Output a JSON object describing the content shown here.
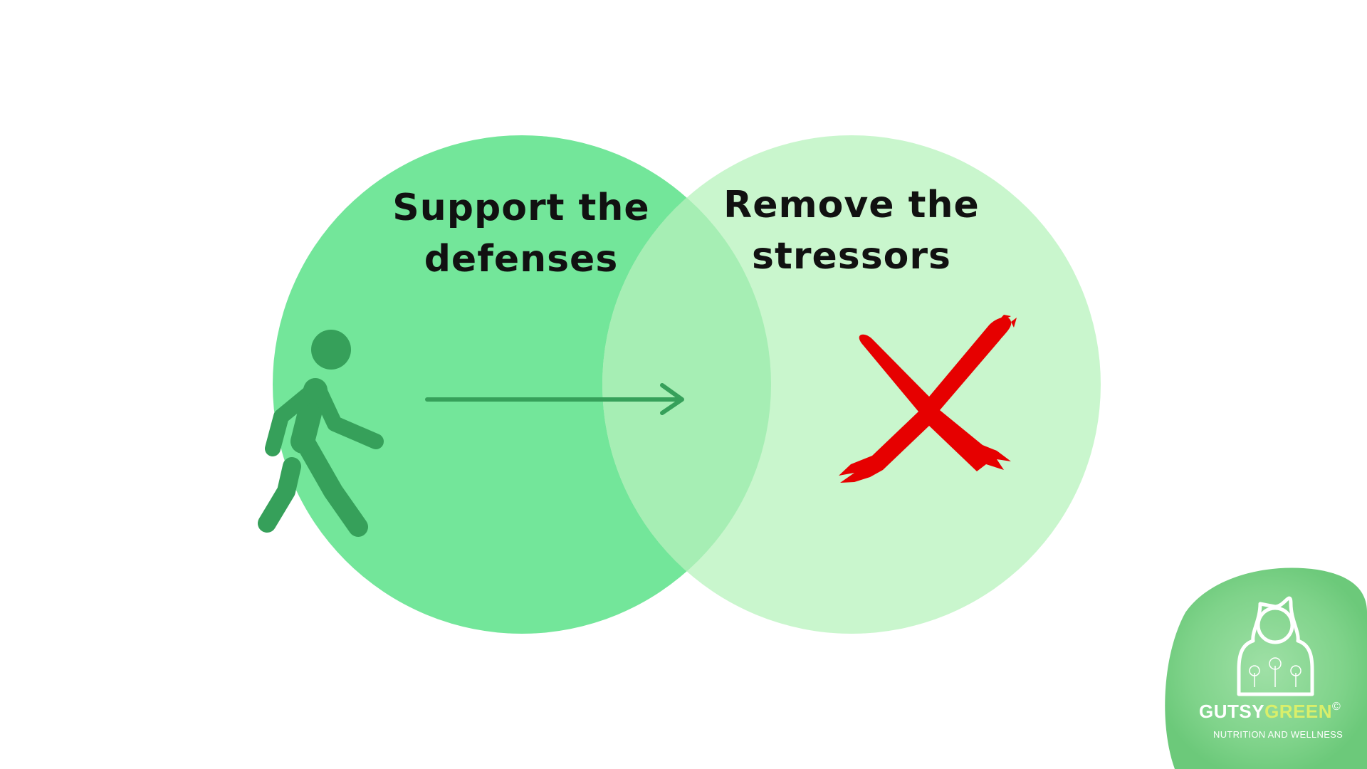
{
  "diagram": {
    "left_circle": {
      "line1": "Support the",
      "line2": "defenses",
      "color": "#73e69a"
    },
    "right_circle": {
      "line1": "Remove the",
      "line2": "stressors",
      "color": "#c9f6cd"
    },
    "overlap_color": "#a6eeb4",
    "icons": {
      "left": "walking-person-icon",
      "center": "arrow-right-icon",
      "right": "red-x-cross-icon"
    },
    "icon_colors": {
      "person": "#36a05a",
      "arrow": "#36a05a",
      "cross": "#e60000"
    }
  },
  "logo": {
    "name_part1": "GUTSY",
    "name_part2": "GREEN",
    "copyright": "©",
    "tagline": "NUTRITION AND WELLNESS",
    "icon": "person-bust-dandelion-icon",
    "color_primary": "#ffffff",
    "color_accent": "#d9ef6a",
    "blob_color": "#7fd38a"
  }
}
